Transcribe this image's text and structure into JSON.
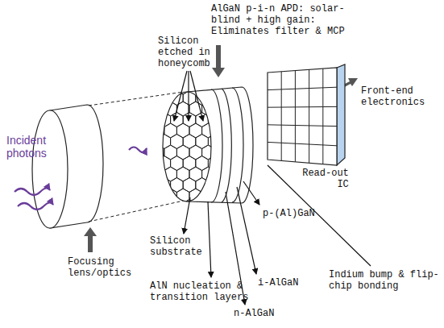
{
  "diagram": {
    "labels": [
      "Incident photons",
      "Focusing lens/optics",
      "Silicon etched in honeycomb",
      "AlGaN p-i-n APD: solar-blind + high gain: Eliminates filter & MCP",
      "Front-end electronics",
      "Read-out IC",
      "p-(Al)GaN",
      "Silicon substrate",
      "i-AlGaN",
      "AlN nucleation & transition layers",
      "n-AlGaN",
      "Indium bump & flip-chip bonding"
    ]
  }
}
